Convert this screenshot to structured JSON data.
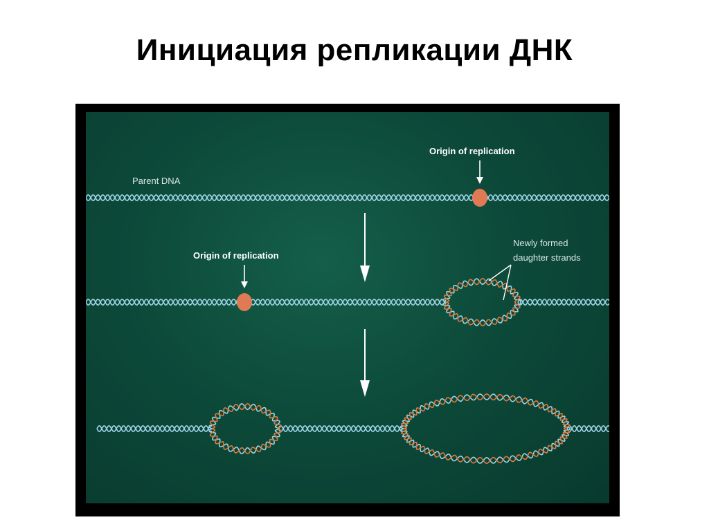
{
  "title": "Инициация репликации ДНК",
  "figure": {
    "labels": {
      "parent_dna": "Parent DNA",
      "origin_top": "Origin of replication",
      "origin_middle": "Origin of replication",
      "newly_formed_line1": "Newly formed",
      "newly_formed_line2": "daughter strands"
    },
    "colors": {
      "background": "#0d4a3a",
      "parent_strand": "#9fd3e6",
      "daughter_strand": "#e07a3c",
      "origin_marker": "#e07a55"
    }
  }
}
